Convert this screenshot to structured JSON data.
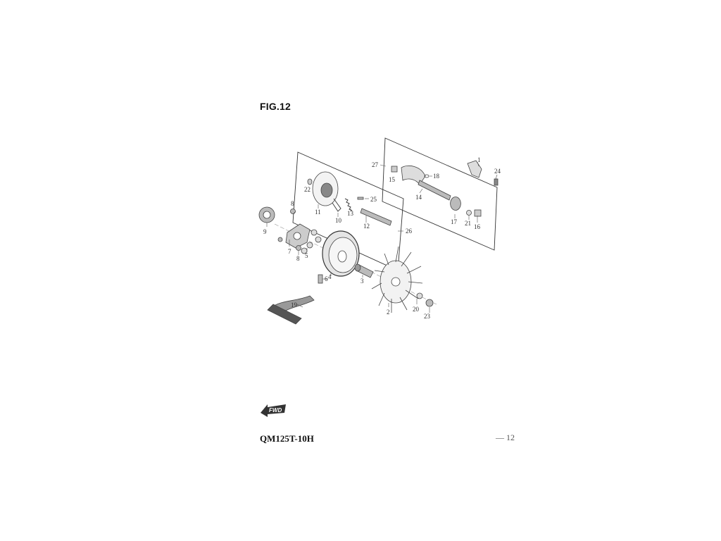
{
  "header": {
    "figure_title": "FIG.12"
  },
  "footer": {
    "model": "QM125T-10H",
    "page": "— 12"
  },
  "fwd_badge": {
    "label": "FWD"
  },
  "diagram": {
    "part_numbers": [
      "1",
      "2",
      "3",
      "4",
      "5",
      "6",
      "7",
      "8",
      "9",
      "10",
      "11",
      "12",
      "13",
      "14",
      "15",
      "16",
      "17",
      "18",
      "19",
      "20",
      "21",
      "22",
      "23",
      "24",
      "25",
      "26",
      "27",
      "8"
    ]
  }
}
